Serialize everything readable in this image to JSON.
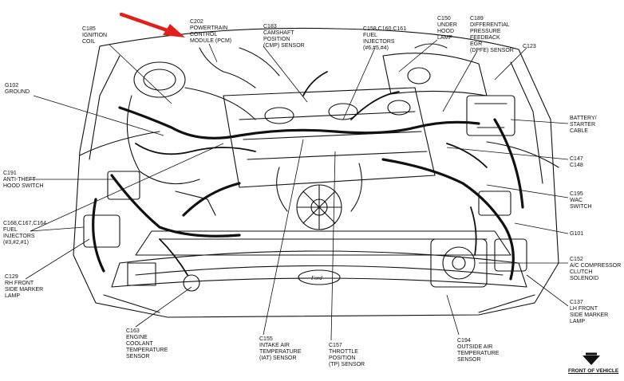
{
  "figure": {
    "callouts": [
      {
        "key": "c185",
        "lines": [
          "C185",
          "IGNITION",
          "COIL"
        ]
      },
      {
        "key": "c202",
        "lines": [
          "C202",
          "POWERTRAIN",
          "CONTROL",
          "MODULE (PCM)"
        ]
      },
      {
        "key": "c183",
        "lines": [
          "C183",
          "CAMSHAFT",
          "POSITION",
          "(CMP) SENSOR"
        ]
      },
      {
        "key": "c158",
        "lines": [
          "C158,C160,C161",
          "FUEL",
          "INJECTORS",
          "(#6,#5,#4)"
        ]
      },
      {
        "key": "c150",
        "lines": [
          "C150",
          "UNDER",
          "HOOD",
          "LAMP"
        ]
      },
      {
        "key": "c189",
        "lines": [
          "C189",
          "DIFFERENTIAL",
          "PRESSURE",
          "FEEDBACK",
          "EGR",
          "(DPFE) SENSOR"
        ]
      },
      {
        "key": "c123",
        "lines": [
          "C123"
        ]
      },
      {
        "key": "g102",
        "lines": [
          "G102",
          "GROUND"
        ]
      },
      {
        "key": "battery",
        "lines": [
          "BATTERY/",
          "STARTER",
          "CABLE"
        ]
      },
      {
        "key": "c147",
        "lines": [
          "C147",
          "C148"
        ]
      },
      {
        "key": "c191",
        "lines": [
          "C191",
          "ANTI-THEFT",
          "HOOD SWITCH"
        ]
      },
      {
        "key": "c195",
        "lines": [
          "C195",
          "WAC",
          "SWITCH"
        ]
      },
      {
        "key": "c168",
        "lines": [
          "C168,C167,C164",
          "FUEL",
          "INJECTORS",
          "(#3,#2,#1)"
        ]
      },
      {
        "key": "g101",
        "lines": [
          "G101"
        ]
      },
      {
        "key": "c129",
        "lines": [
          "C129",
          "RH FRONT",
          "SIDE MARKER",
          "LAMP"
        ]
      },
      {
        "key": "c152",
        "lines": [
          "C152",
          "A/C COMPRESSOR",
          "CLUTCH",
          "SOLENOID"
        ]
      },
      {
        "key": "c137",
        "lines": [
          "C137",
          "LH FRONT",
          "SIDE MARKER",
          "LAMP"
        ]
      },
      {
        "key": "c163",
        "lines": [
          "C163",
          "ENGINE",
          "COOLANT",
          "TEMPERATURE",
          "SENSOR"
        ]
      },
      {
        "key": "c155",
        "lines": [
          "C155",
          "INTAKE AIR",
          "TEMPERATURE",
          "(IAT) SENSOR"
        ]
      },
      {
        "key": "c157",
        "lines": [
          "C157",
          "THROTTLE",
          "POSITION",
          "(TP) SENSOR"
        ]
      },
      {
        "key": "c194",
        "lines": [
          "C194",
          "OUTSIDE AIR",
          "TEMPERATURE",
          "SENSOR"
        ]
      }
    ],
    "footer_label": "FRONT OF VEHICLE",
    "colors": {
      "arrow": "#e0201c",
      "ink": "#111111"
    }
  }
}
